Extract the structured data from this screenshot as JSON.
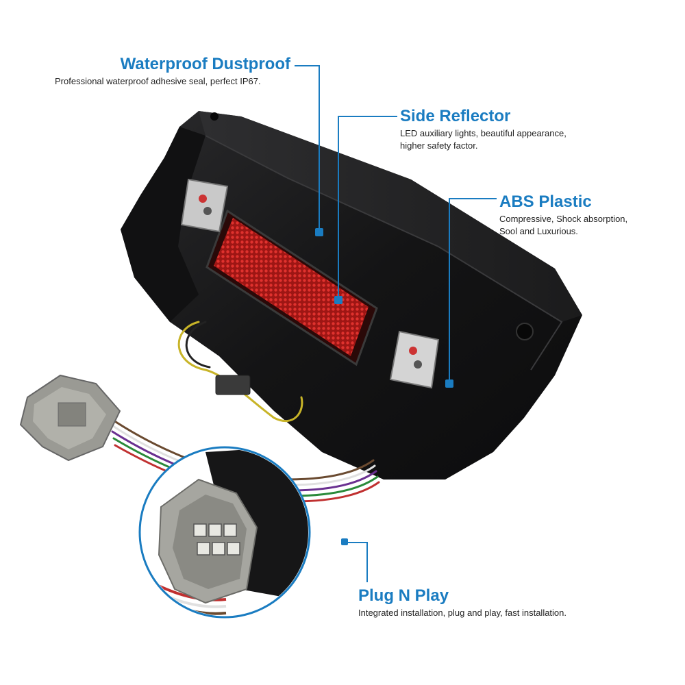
{
  "colors": {
    "accent": "#1a7cc1",
    "housing": "#1a1a1b",
    "reflector": "#c8201e",
    "connector": "#9a9a94"
  },
  "callouts": {
    "waterproof": {
      "title": "Waterproof Dustproof",
      "desc": "Professional waterproof adhesive seal, perfect IP67."
    },
    "reflector": {
      "title": "Side Reflector",
      "desc_line1": "LED auxiliary lights, beautiful appearance,",
      "desc_line2": "higher safety factor."
    },
    "abs": {
      "title": "ABS Plastic",
      "desc_line1": "Compressive, Shock absorption,",
      "desc_line2": "Sool and Luxurious."
    },
    "plug": {
      "title": "Plug N Play",
      "desc": "Integrated installation, plug and play, fast installation."
    }
  }
}
